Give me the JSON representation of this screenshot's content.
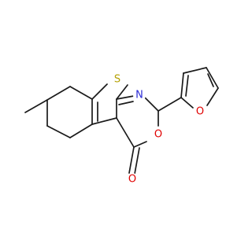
{
  "molecule": {
    "atoms": {
      "S": {
        "symbol": "S",
        "color": "#b4a000"
      },
      "N": {
        "symbol": "N",
        "color": "#2b2bd6"
      },
      "O_ring": {
        "symbol": "O",
        "color": "#e00000"
      },
      "O_carbonyl": {
        "symbol": "O",
        "color": "#e00000"
      },
      "O_furan": {
        "symbol": "O",
        "color": "#e00000"
      }
    },
    "bond_color": "#1a1a1a"
  }
}
